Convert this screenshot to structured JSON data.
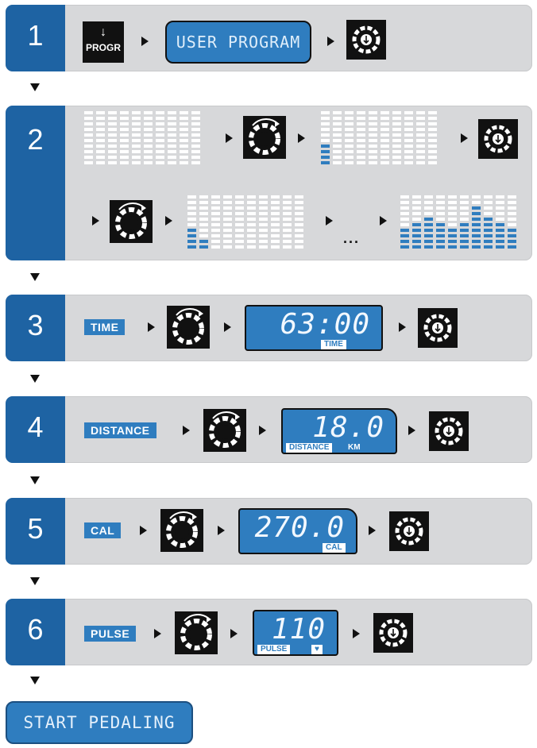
{
  "steps": [
    {
      "number": "1"
    },
    {
      "number": "2"
    },
    {
      "number": "3",
      "label": "TIME",
      "value": "63:00",
      "unit_tag": "TIME"
    },
    {
      "number": "4",
      "label": "DISTANCE",
      "value": "18.0",
      "unit_tag": "DISTANCE",
      "unit_extra": "KM"
    },
    {
      "number": "5",
      "label": "CAL",
      "value": "270.0",
      "unit_tag": "CAL"
    },
    {
      "number": "6",
      "label": "PULSE",
      "value": "110",
      "unit_tag": "PULSE",
      "unit_extra": "♥"
    }
  ],
  "progr_button": {
    "arrow": "↓",
    "label": "PROGR"
  },
  "user_program_display": "USER PROGRAM",
  "ellipsis": "...",
  "start": "START PEDALING",
  "icons": {
    "knob": "rotary-knob-icon",
    "ok": "enter-confirm-icon",
    "arrow": "right-arrow",
    "down": "down-arrow"
  },
  "colors": {
    "accent": "#2f7dbf",
    "tab": "#1e63a3",
    "panel": "#d7d8da"
  },
  "profile_bars": {
    "step2_b": [
      4,
      0,
      0,
      0,
      0,
      0,
      0,
      0,
      0,
      0
    ],
    "step2_c": [
      4,
      2,
      0,
      0,
      0,
      0,
      0,
      0,
      0,
      0
    ],
    "step2_d": [
      4,
      5,
      6,
      5,
      4,
      5,
      8,
      6,
      5,
      4
    ]
  }
}
